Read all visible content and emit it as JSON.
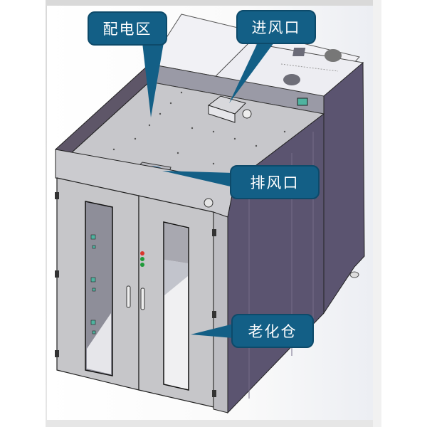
{
  "figure": {
    "subject": "aging chamber cabinet (3D CAD rendering)",
    "colors": {
      "callout_fill": "#135f86",
      "callout_border": "#0d4a6a",
      "callout_text": "#ffffff",
      "cabinet_front": "#c8c8c8",
      "cabinet_side": "#5b5470",
      "top_panel": "#e8e8ee",
      "indicator_red": "#d9352b",
      "indicator_green": "#1f9a3a",
      "connector_teal": "#4fb3a0"
    }
  },
  "callouts": [
    {
      "id": "power-distribution",
      "label": "配电区"
    },
    {
      "id": "air-inlet",
      "label": "进风口"
    },
    {
      "id": "air-outlet",
      "label": "排风口"
    },
    {
      "id": "aging-chamber",
      "label": "老化仓"
    }
  ],
  "indicators": [
    {
      "color": "red"
    },
    {
      "color": "green"
    },
    {
      "color": "green"
    }
  ]
}
